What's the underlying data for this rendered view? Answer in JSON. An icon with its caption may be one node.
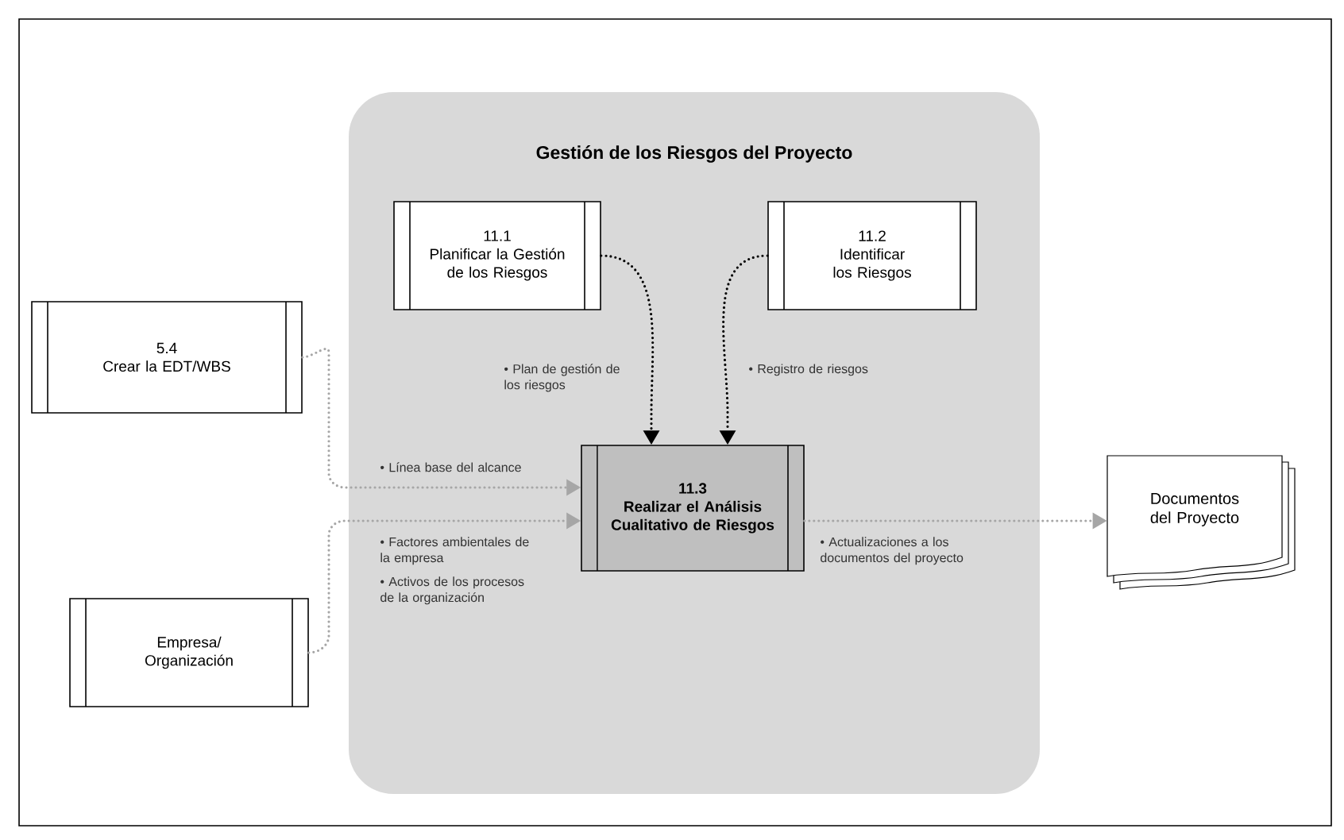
{
  "diagram": {
    "nodes": [
      {
        "text": [
          "Gestión de los Riesgos del Proyecto"
        ]
      },
      {
        "text": [
          "11.1",
          "Planificar la Gestión de los Riesgos"
        ],
        "in": 0
      },
      {
        "text": [
          "11.2",
          "Identificar los Riesgos"
        ],
        "in": 0
      },
      {
        "text": [
          "11.3",
          "Realizar el Análisis Cualitativo de Riesgos"
        ],
        "in": 0
      },
      {
        "text": [
          "5.4",
          "Crear la EDT/WBS"
        ]
      },
      {
        "text": [
          "Empresa/ Organización"
        ]
      },
      {
        "text": [
          "Documentos del Proyecto"
        ]
      }
    ],
    "edges": [
      {
        "from": 1,
        "to": 3,
        "arrow": "to",
        "label": "• Plan de gestión de los riesgos",
        "color": "#000000"
      },
      {
        "from": 2,
        "to": 3,
        "arrow": "to",
        "label": "• Registro de riesgos",
        "color": "#000000"
      },
      {
        "from": 4,
        "to": 3,
        "arrow": "to",
        "label": "• Línea base del alcance"
      },
      {
        "from": 5,
        "to": 3,
        "arrow": "to",
        "label": "• Factores ambientales de la empresa"
      },
      {
        "from": 3,
        "to": 6,
        "arrow": "to",
        "label": "• Actualizaciones a los documentos del proyecto"
      }
    ],
    "labels": [
      "• Activos de los procesos de la organización"
    ]
  }
}
